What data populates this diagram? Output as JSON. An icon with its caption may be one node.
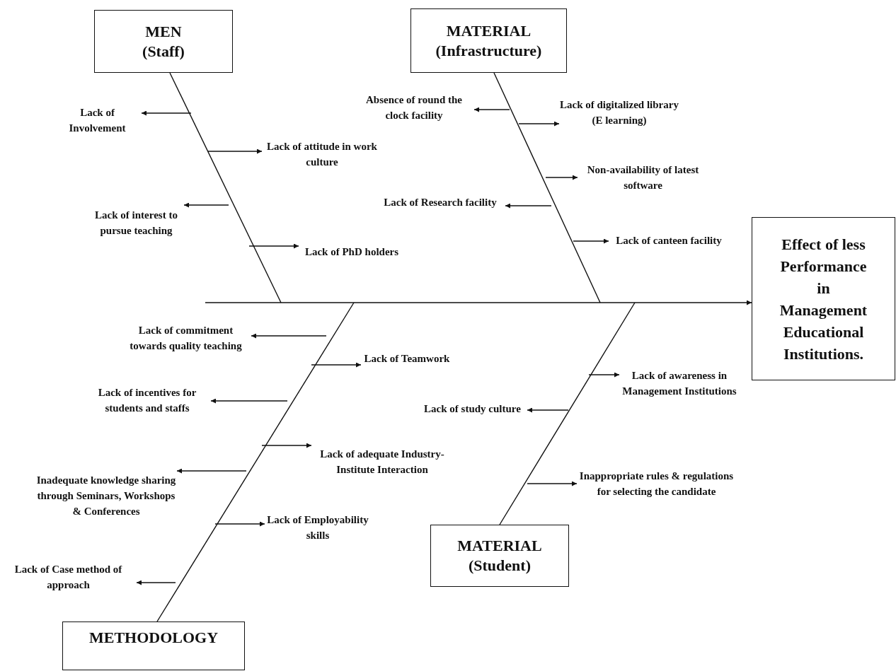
{
  "diagram": {
    "nodes": [
      {
        "text": [
          "MEN",
          "(Staff)"
        ]
      },
      {
        "text": [
          "MATERIAL",
          "(Infrastructure)"
        ]
      },
      {
        "text": [
          "Lack of Involvement"
        ]
      },
      {
        "text": [
          "Absence of round the clock facility"
        ]
      },
      {
        "text": [
          "Lack of digitalized library (E learning)"
        ]
      },
      {
        "text": [
          "Lack of attitude in work culture"
        ]
      },
      {
        "text": [
          "Non-availability of latest software"
        ]
      },
      {
        "text": [
          "Lack of interest to pursue teaching"
        ]
      },
      {
        "text": [
          "Lack of Research facility"
        ]
      },
      {
        "text": [
          "Lack of canteen facility"
        ]
      },
      {
        "text": [
          "Effect of less Performance in Management Educational Institutions."
        ]
      },
      {
        "text": [
          "Lack of PhD holders"
        ]
      },
      {
        "text": [
          "Lack of commitment towards quality teaching"
        ]
      },
      {
        "text": [
          "Lack of Teamwork"
        ]
      },
      {
        "text": [
          "Lack of awareness in Management Institutions"
        ]
      },
      {
        "text": [
          "Lack of incentives for students and staffs"
        ]
      },
      {
        "text": [
          "Lack of study culture"
        ]
      },
      {
        "text": [
          "Lack of adequate Industry- Institute Interaction"
        ]
      },
      {
        "text": [
          "Inappropriate rules & regulations for selecting the candidate"
        ]
      },
      {
        "text": [
          "Inadequate knowledge sharing through Seminars, Workshops & Conferences"
        ]
      },
      {
        "text": [
          "Lack of Employability skills"
        ]
      },
      {
        "text": [
          "MATERIAL",
          "(Student)"
        ]
      },
      {
        "text": [
          "Lack of Case method of approach"
        ]
      },
      {
        "text": [
          "METHODOLOGY"
        ]
      }
    ],
    "edges": [
      {
        "from": null,
        "to": 2,
        "arrow": "to"
      },
      {
        "from": null,
        "to": 3,
        "arrow": "to"
      },
      {
        "from": null,
        "to": 4,
        "arrow": "to"
      },
      {
        "from": null,
        "to": 5,
        "arrow": "to"
      },
      {
        "from": null,
        "to": 6,
        "arrow": "to"
      },
      {
        "from": null,
        "to": 7,
        "arrow": "to"
      },
      {
        "from": null,
        "to": 8,
        "arrow": "to"
      },
      {
        "from": null,
        "to": 9,
        "arrow": "to"
      },
      {
        "from": null,
        "to": 11,
        "arrow": "to"
      },
      {
        "from": null,
        "to": 12,
        "arrow": "to"
      },
      {
        "from": null,
        "to": 13,
        "arrow": "to"
      },
      {
        "from": null,
        "to": 14,
        "arrow": "to"
      },
      {
        "from": null,
        "to": 15,
        "arrow": "to"
      },
      {
        "from": null,
        "to": 16,
        "arrow": "to"
      },
      {
        "from": null,
        "to": 17,
        "arrow": "to"
      },
      {
        "from": null,
        "to": 18,
        "arrow": "to"
      },
      {
        "from": null,
        "to": 19,
        "arrow": "to"
      },
      {
        "from": null,
        "to": 20,
        "arrow": "to"
      },
      {
        "from": null,
        "to": 22,
        "arrow": "to"
      },
      {
        "from": null,
        "to": 10,
        "arrow": "to"
      },
      {
        "from": 0,
        "to": null,
        "arrow": "none"
      },
      {
        "from": 1,
        "to": null,
        "arrow": "none"
      },
      {
        "from": 23,
        "to": null,
        "arrow": "none"
      },
      {
        "from": 21,
        "to": null,
        "arrow": "none"
      }
    ]
  }
}
